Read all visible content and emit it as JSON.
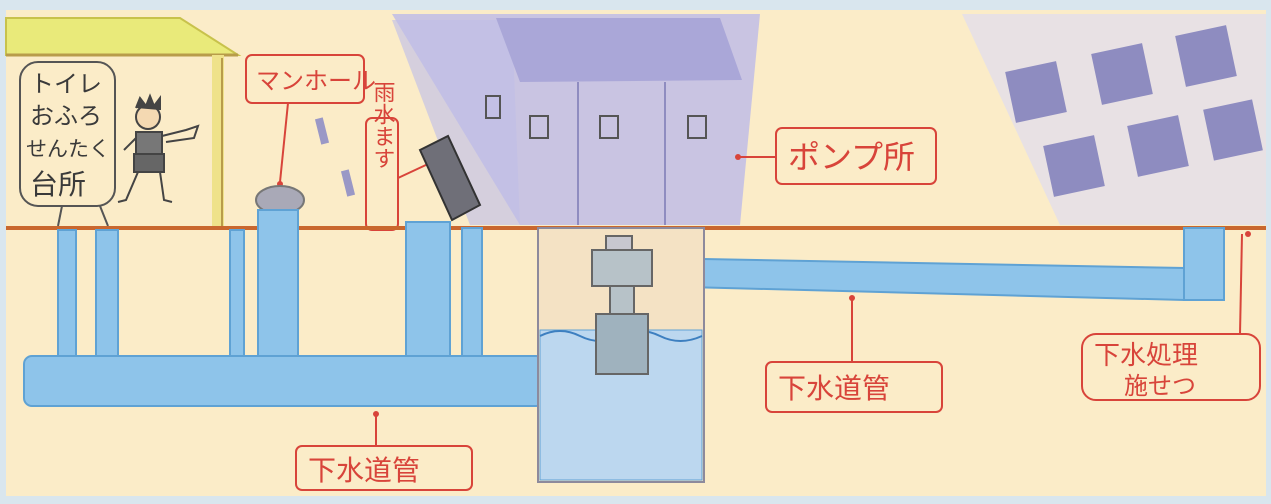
{
  "labels": {
    "house_uses": [
      "トイレ",
      "おふろ",
      "せんたく",
      "台所"
    ],
    "manhole": "マンホール",
    "rain_basin": "雨水ます",
    "pump_station": "ポンプ所",
    "sewer_pipe_left": "下水道管",
    "sewer_pipe_right": "下水道管",
    "treatment_line1": "下水処理",
    "treatment_line2": "施せつ"
  },
  "colors": {
    "paper": "#fbecc8",
    "ground_line": "#c9672e",
    "pipe_blue": "#8ec4ea",
    "label_red": "#d8443a",
    "building_purple": "#b7b5e0",
    "roof_yellow": "#e9ea7a"
  }
}
